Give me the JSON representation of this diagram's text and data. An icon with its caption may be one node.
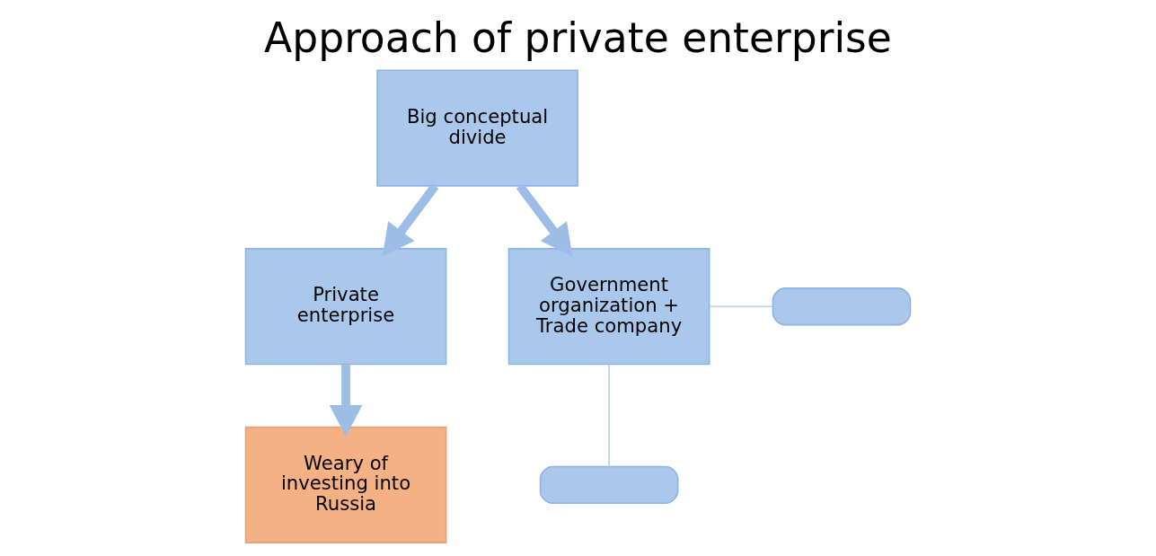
{
  "diagram": {
    "title": "Approach of private enterprise",
    "nodes": [
      {
        "text": [
          "Big conceptual divide"
        ]
      },
      {
        "text": [
          "Private enterprise"
        ]
      },
      {
        "text": [
          "Government organization + Trade company"
        ]
      },
      {
        "text": [],
        "shape": "box"
      },
      {
        "text": [],
        "shape": "box"
      },
      {
        "text": [
          "Weary of investing into Russia"
        ]
      }
    ],
    "edges": [
      {
        "from": 0,
        "to": 1,
        "arrow": "to"
      },
      {
        "from": 0,
        "to": 2,
        "arrow": "to"
      },
      {
        "from": 2,
        "to": 3,
        "arrow": "none"
      },
      {
        "from": 2,
        "to": 4,
        "arrow": "none"
      },
      {
        "from": 1,
        "to": 5,
        "arrow": "to"
      }
    ]
  }
}
